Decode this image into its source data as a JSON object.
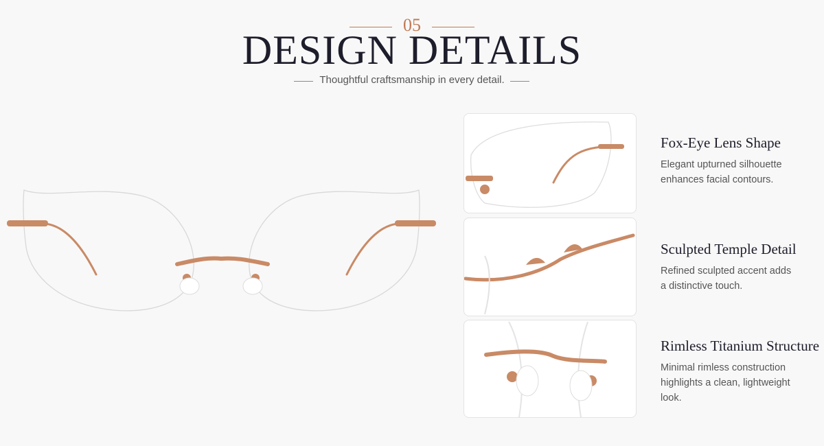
{
  "header": {
    "section_number": "05",
    "title": "DESIGN DETAILS",
    "subtitle": "Thoughtful craftsmanship in every detail."
  },
  "colors": {
    "accent": "#c07a55",
    "rose_gold": "#c98a66",
    "title": "#1d1d2b",
    "background": "#f8f8f8"
  },
  "features": [
    {
      "title": "Fox-Eye Lens Shape",
      "desc_lines": [
        "Elegant upturned silhouette",
        "enhances facial contours."
      ]
    },
    {
      "title": "Sculpted Temple Detail",
      "desc_lines": [
        "Refined sculpted accent adds",
        "a distinctive touch."
      ]
    },
    {
      "title": "Rimless Titanium Structure",
      "desc_lines": [
        "Minimal rimless construction",
        "highlights a clean, lightweight",
        "look."
      ]
    }
  ]
}
